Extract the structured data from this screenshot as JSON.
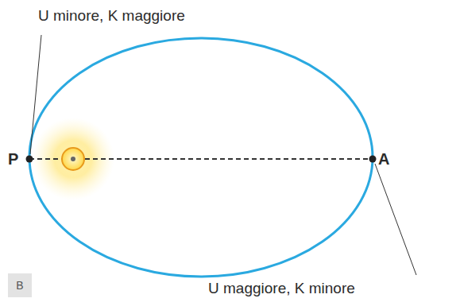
{
  "diagram": {
    "nodes": [
      {
        "text": [
          "B"
        ]
      }
    ],
    "labels": [
      "U minore, K maggiore",
      "P",
      "A",
      "U maggiore, K minore"
    ]
  }
}
